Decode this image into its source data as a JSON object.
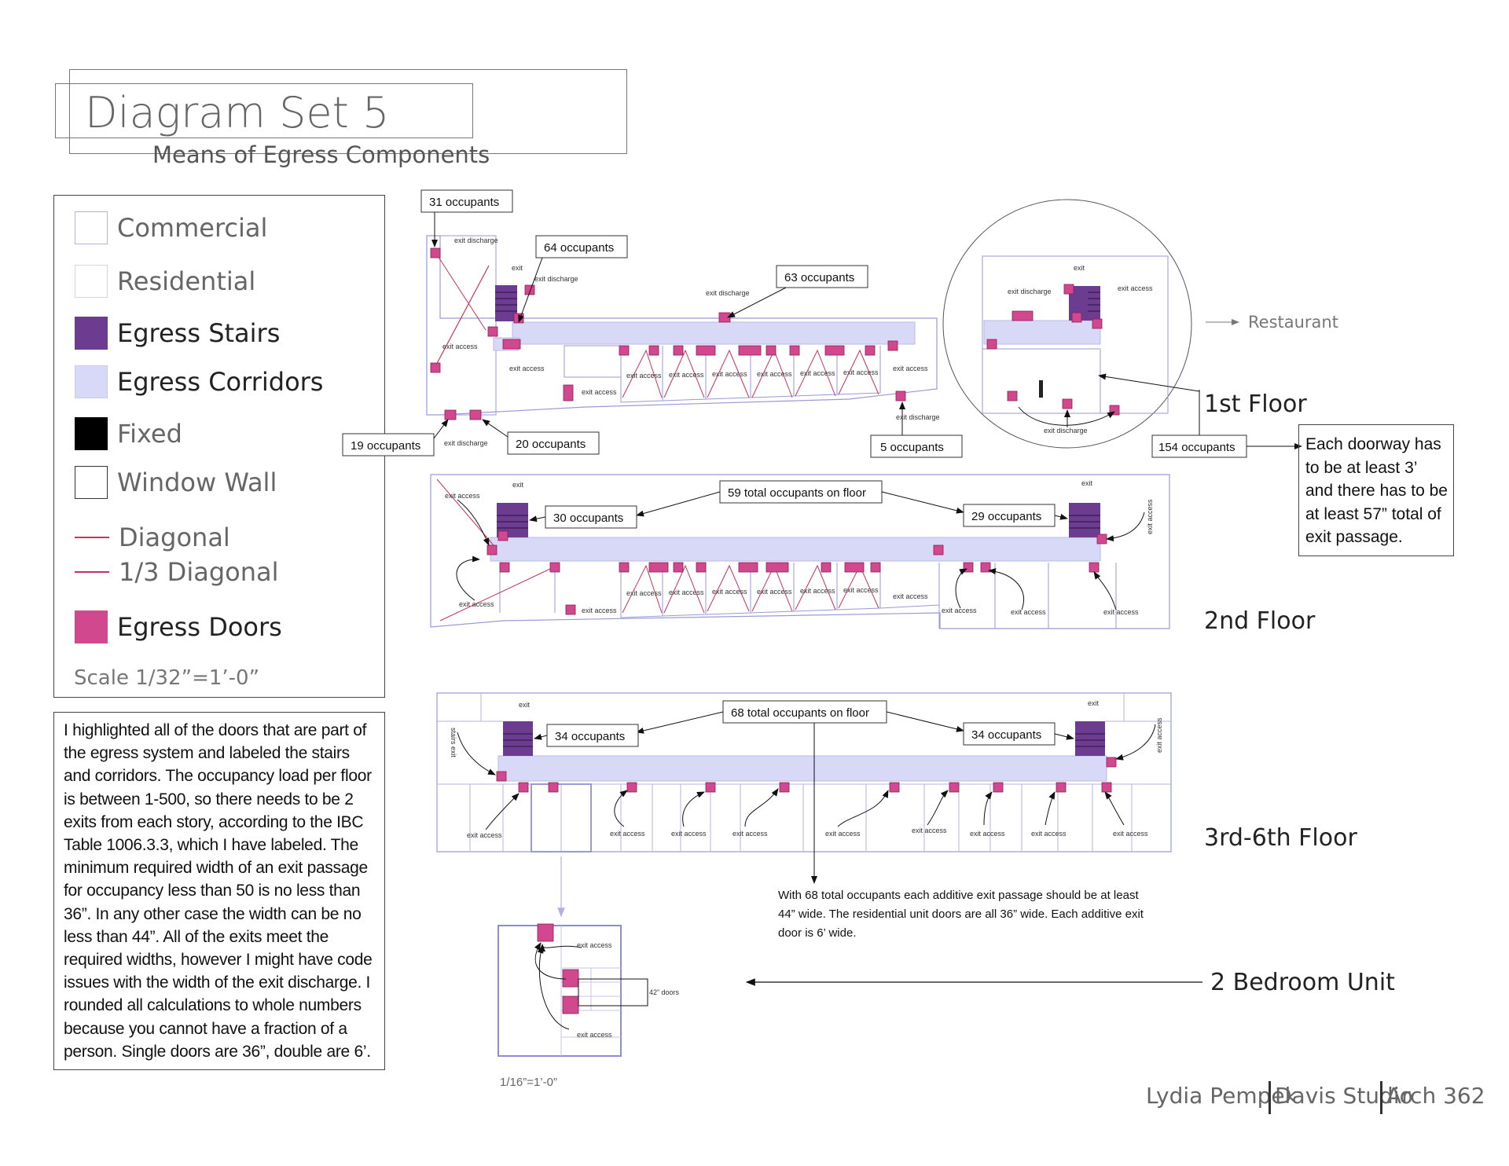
{
  "header": {
    "title": "Diagram Set 5",
    "subtitle": "Means of Egress Components"
  },
  "legend": {
    "items": [
      {
        "label": "Commercial",
        "swatch": "#ffffff",
        "border": "#b3b3e0",
        "kind": "box"
      },
      {
        "label": "Residential",
        "swatch": "#ffffff",
        "border": "#d9d0e6",
        "kind": "box"
      },
      {
        "label": "Egress Stairs",
        "swatch": "#6b3c8f",
        "border": "#6b3c8f",
        "kind": "box"
      },
      {
        "label": "Egress Corridors",
        "swatch": "#d8d8f7",
        "border": "#c9c9ef",
        "kind": "box"
      },
      {
        "label": "Fixed",
        "swatch": "#000000",
        "border": "#000000",
        "kind": "box"
      },
      {
        "label": "Window Wall",
        "swatch": "#ffffff",
        "border": "#333333",
        "kind": "box"
      },
      {
        "label": "Diagonal",
        "swatch": "#c8325c",
        "kind": "line"
      },
      {
        "label": "1/3 Diagonal",
        "swatch": "#c8325c",
        "kind": "line"
      },
      {
        "label": "Egress Doors",
        "swatch": "#d2488f",
        "border": "#d2488f",
        "kind": "box"
      }
    ],
    "scale": "Scale 1/32”=1’-0”"
  },
  "note": "I highlighted all of the doors that are part of the egress system and labeled the stairs and corridors. The occupancy load per floor is between 1-500, so there needs to be 2 exits from each story, according to the IBC Table 1006.3.3, which I have labeled. The minimum required width of an exit passage for occupancy less than 50 is no less than 36”. In any other case the width can be no less than 44”. All of the exits meet the required widths, however I might have code issues with the width of the exit discharge. I rounded all calculations to whole numbers because you cannot have a fraction of a person. Single doors are 36”, double are 6’.",
  "colors": {
    "stair": "#6b3c8f",
    "corridor": "#d8d8f7",
    "door": "#d2488f",
    "diagonal": "#c8325c",
    "plan_line": "#9a9ad6"
  },
  "floors": {
    "first": {
      "label": "1st Floor",
      "occ_31": "31 occupants",
      "occ_64": "64 occupants",
      "occ_63": "63 occupants",
      "occ_19": "19 occupants",
      "occ_20": "20 occupants",
      "occ_5": "5 occupants",
      "occ_154": "154 occupants",
      "restaurant": "Restaurant"
    },
    "second": {
      "label": "2nd Floor",
      "total": "59 total occupants on floor",
      "occ_left": "30 occupants",
      "occ_right": "29 occupants"
    },
    "third": {
      "label": "3rd-6th Floor",
      "total": "68 total occupants on floor",
      "occ_left": "34 occupants",
      "occ_right": "34 occupants",
      "note_line1": "With 68 total occupants each additive exit passage should be at least",
      "note_line2": "44” wide. The residential unit doors are all 36” wide. Each additive exit",
      "note_line3": "door is 6’ wide."
    },
    "unit": {
      "label": "2 Bedroom Unit",
      "scale": "1/16”=1’-0”",
      "doors_note": "42” doors"
    }
  },
  "plan_labels": {
    "exit": "exit",
    "exit_access": "exit access",
    "exit_discharge": "exit discharge",
    "stairs_exit": "stairs exit"
  },
  "side_note": "Each doorway has to be at least 3’ and there has to be at least 57” total of exit passage.",
  "footer": {
    "name": "Lydia Pempek",
    "studio": "Davis Studio",
    "course": "Arch 362"
  }
}
